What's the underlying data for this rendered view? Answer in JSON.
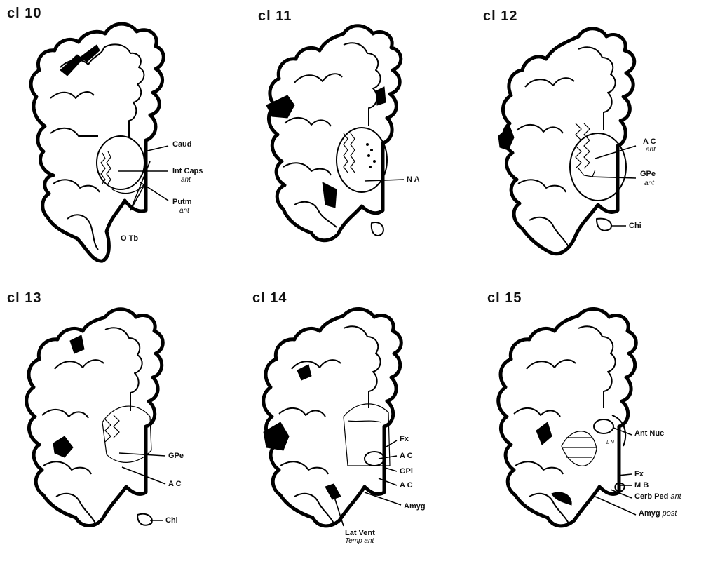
{
  "panels": [
    {
      "title": "cl 10",
      "labels": [
        {
          "text": "Caud"
        },
        {
          "text": "Int Caps",
          "sub": "ant"
        },
        {
          "text": "Putm",
          "sub": "ant"
        },
        {
          "text": "O Tb"
        }
      ]
    },
    {
      "title": "cl 11",
      "labels": [
        {
          "text": "N A"
        }
      ]
    },
    {
      "title": "cl 12",
      "labels": [
        {
          "text": "A C",
          "sub": "ant"
        },
        {
          "text": "GPe",
          "sub": "ant"
        },
        {
          "text": "Chi"
        }
      ]
    },
    {
      "title": "cl 13",
      "labels": [
        {
          "text": "GPe"
        },
        {
          "text": "A C"
        },
        {
          "text": "Chi"
        }
      ]
    },
    {
      "title": "cl 14",
      "labels": [
        {
          "text": "Fx"
        },
        {
          "text": "A C"
        },
        {
          "text": "GPi"
        },
        {
          "text": "A C"
        },
        {
          "text": "Amyg"
        },
        {
          "text": "Lat Vent",
          "sub": "Temp ant"
        }
      ]
    },
    {
      "title": "cl 15",
      "labels": [
        {
          "text": "Ant Nuc"
        },
        {
          "text": "L N"
        },
        {
          "text": "Fx"
        },
        {
          "text": "M B"
        },
        {
          "text": "Cerb Ped",
          "inline": "ant"
        },
        {
          "text": "Amyg",
          "inline": "post"
        }
      ]
    }
  ]
}
